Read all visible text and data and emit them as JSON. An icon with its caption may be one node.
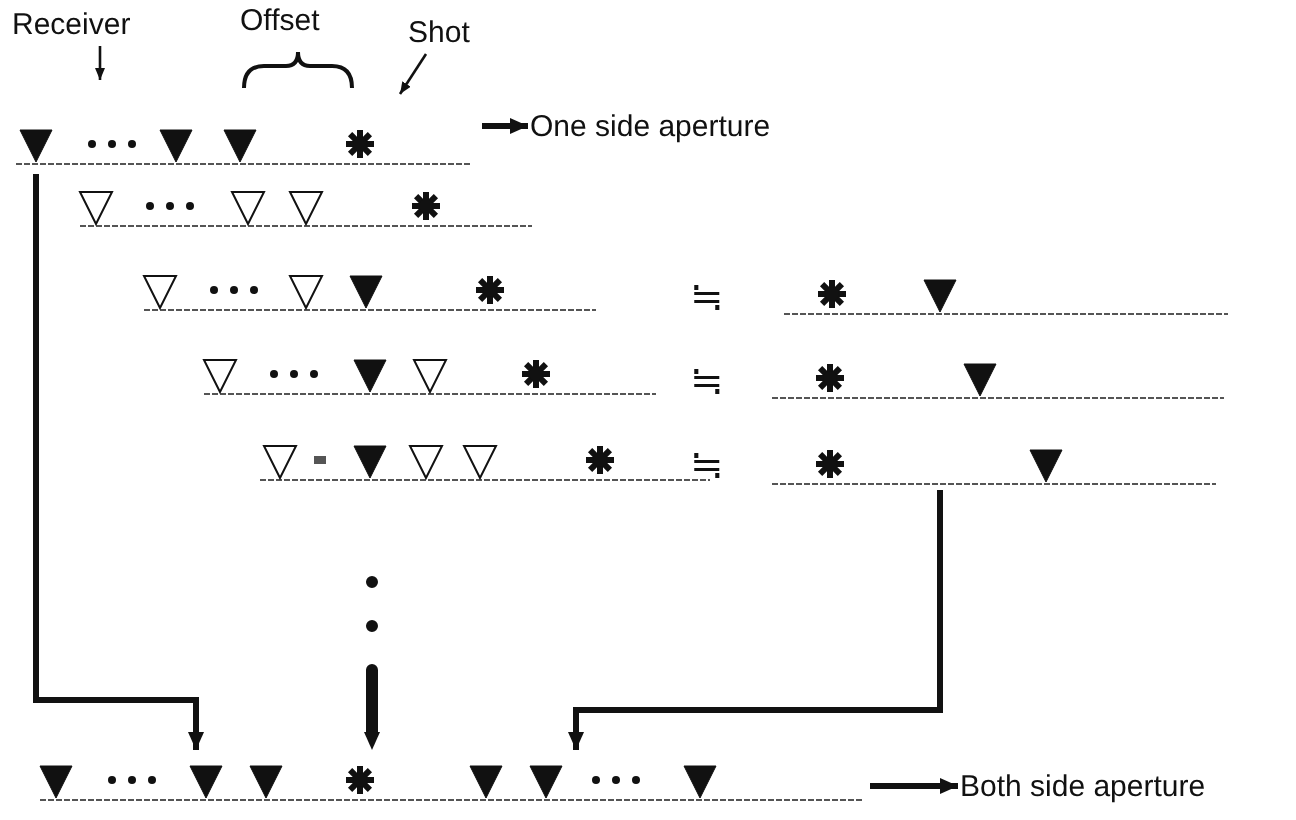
{
  "diagram": {
    "nodes": [
      {
        "text": [
          "Receiver"
        ]
      },
      {
        "text": [
          "Shot"
        ]
      },
      {
        "text": [],
        "shape": "bar"
      },
      {
        "text": [
          "One side aperture"
        ]
      },
      {
        "text": [],
        "shape": "bar"
      },
      {
        "text": [],
        "shape": "bar"
      },
      {
        "text": [],
        "shape": "bar"
      },
      {
        "text": [],
        "shape": "bar"
      },
      {
        "text": [],
        "shape": "bar"
      },
      {
        "text": [],
        "shape": "bar"
      },
      {
        "text": [],
        "shape": "bar"
      },
      {
        "text": [],
        "shape": "bar"
      },
      {
        "text": [
          "Both side aperture"
        ]
      }
    ],
    "edges": [
      {
        "from": 0,
        "to": null,
        "arrow": "to"
      },
      {
        "from": 1,
        "to": null,
        "arrow": "to"
      },
      {
        "from": 2,
        "to": 3,
        "arrow": "to"
      },
      {
        "from": 2,
        "to": 11,
        "arrow": "to"
      },
      {
        "from": 10,
        "to": 11,
        "arrow": "to"
      },
      {
        "from": 7,
        "to": 11,
        "arrow": "to",
        "style": "dashed"
      },
      {
        "from": 11,
        "to": 12,
        "arrow": "to"
      }
    ],
    "labels": [
      "Offset",
      "≒",
      "≒",
      "≒"
    ]
  }
}
